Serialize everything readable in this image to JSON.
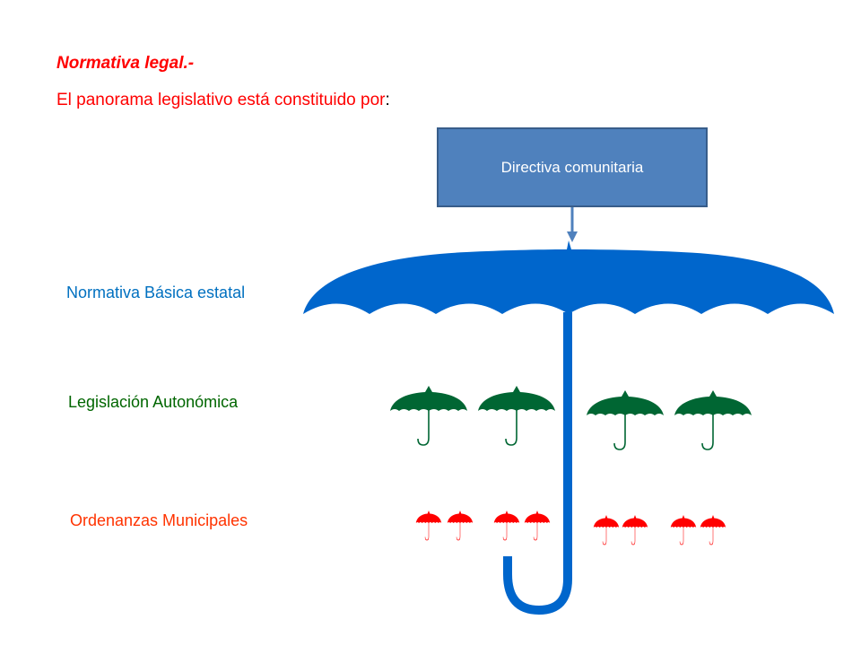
{
  "title": "Normativa legal.-",
  "subtitle": {
    "text": "El panorama legislativo está constituido por",
    "colon": ":"
  },
  "directive": {
    "label": "Directiva comunitaria",
    "color": "#4f81bd"
  },
  "levels": [
    {
      "label": "Normativa Básica estatal",
      "color": "#0066cc",
      "umbrella_count": 1
    },
    {
      "label": "Legislación Autonómica",
      "color": "#006633",
      "umbrella_count": 4
    },
    {
      "label": "Ordenanzas Municipales",
      "color": "#ff0000",
      "umbrella_count": 8
    }
  ]
}
